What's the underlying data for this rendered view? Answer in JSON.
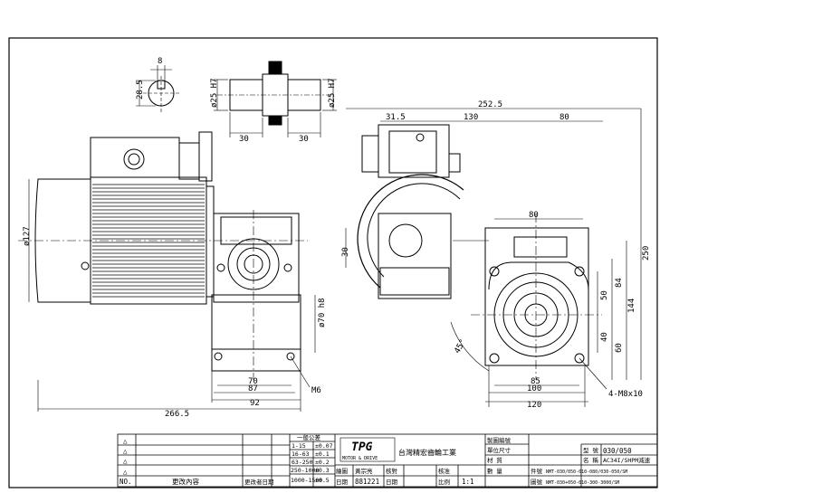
{
  "dimensions": {
    "shaft_key_width": "8",
    "shaft_key_height": "28.5",
    "coupling_left_dia": "ø25 H7",
    "coupling_right_dia": "ø25 H7",
    "coupling_left_len": "30",
    "coupling_right_len": "30",
    "motor_dia": "ø127",
    "flange_dia": "ø70 h8",
    "bolt": "M6",
    "base_70": "70",
    "base_87": "87",
    "base_92": "92",
    "total_len": "266.5",
    "top_total": "252.5",
    "top_31_5": "31.5",
    "top_130": "130",
    "top_80": "80",
    "mid_80": "80",
    "side_30": "30",
    "angle": "45°",
    "h_50": "50",
    "h_84": "84",
    "h_40": "40",
    "h_60": "60",
    "h_144": "144",
    "h_250": "250",
    "b_85": "85",
    "b_100": "100",
    "b_120": "120",
    "holes": "4-M8x10"
  },
  "title_block": {
    "tolerance_header": "一般公差",
    "tol_rows": [
      [
        "1-15",
        "±0.07"
      ],
      [
        "16-63",
        "±0.1"
      ],
      [
        "63-250",
        "±0.2"
      ],
      [
        "250-1000",
        "±0.3"
      ],
      [
        "1000-1500",
        "±0.5"
      ]
    ],
    "logo_text": "TPG",
    "logo_sub": "MOTOR & DRIVE",
    "company": "台灣精宏齒輪工業",
    "drawn_label": "繪圖",
    "drawn_name": "黃宗亮",
    "check_label": "核對",
    "approve_label": "核准",
    "date_label": "日期",
    "date_value": "881221",
    "date_label2": "日期",
    "scale_label": "比例",
    "scale_value": "1:1",
    "r_fig_no": "製圖編號",
    "r_unit": "單位尺寸",
    "r_material": "材 質",
    "r_qty": "數 量",
    "model_label": "型 號",
    "model_value": "030/050",
    "name_label": "名 稱",
    "name_value": "AC34I/SHPM減速",
    "assy_label": "件號",
    "assy_value": "NMT-030/050-010-080/030-050/SM",
    "drawing_label": "圖號",
    "drawing_value": "NMT-030+050-010-300-3000/SM",
    "rev_mark": "△",
    "rev_no": "NO.",
    "rev_content": "更改內容",
    "rev_date": "更改者日期"
  }
}
